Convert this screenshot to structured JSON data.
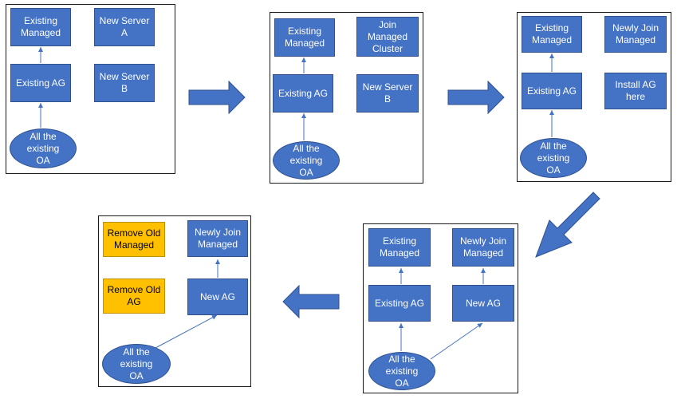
{
  "colors": {
    "box": "#4472c4",
    "box_border": "#2f528f",
    "highlight": "#ffc000",
    "frame": "#1a1a1a"
  },
  "panels": [
    {
      "name": "step-1",
      "boxes": {
        "existing_managed": "Existing\nManaged",
        "new_server_a": "New Server\nA",
        "existing_ag": "Existing AG",
        "new_server_b": "New Server\nB"
      },
      "oval": "All the\nexisting\nOA"
    },
    {
      "name": "step-2",
      "boxes": {
        "existing_managed": "Existing\nManaged",
        "join_managed_cluster": "Join\nManaged\nCluster",
        "existing_ag": "Existing AG",
        "new_server_b": "New Server\nB"
      },
      "oval": "All the\nexisting\nOA"
    },
    {
      "name": "step-3",
      "boxes": {
        "existing_managed": "Existing\nManaged",
        "newly_join_managed": "Newly Join\nManaged",
        "existing_ag": "Existing AG",
        "install_ag_here": "Install AG\nhere"
      },
      "oval": "All the\nexisting\nOA"
    },
    {
      "name": "step-4",
      "boxes": {
        "existing_managed": "Existing\nManaged",
        "newly_join_managed": "Newly Join\nManaged",
        "existing_ag": "Existing AG",
        "new_ag": "New AG"
      },
      "oval": "All the\nexisting\nOA"
    },
    {
      "name": "step-5",
      "boxes": {
        "remove_old_managed": "Remove Old\nManaged",
        "newly_join_managed": "Newly Join\nManaged",
        "remove_old_ag": "Remove Old\nAG",
        "new_ag": "New AG"
      },
      "oval": "All the\nexisting\nOA"
    }
  ]
}
